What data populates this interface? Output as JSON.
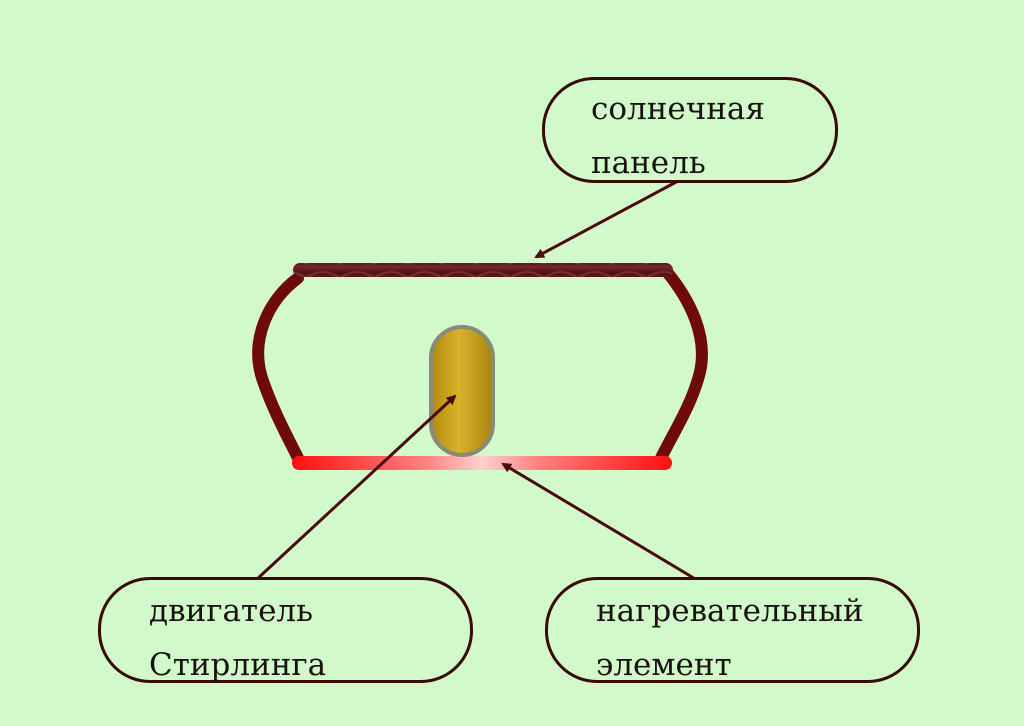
{
  "labels": {
    "solar_panel": [
      "солнечная",
      "панель"
    ],
    "stirling_engine": [
      "двигатель",
      "Стирлинга"
    ],
    "heating_element": [
      "нагревательный",
      "элемент"
    ]
  },
  "colors": {
    "background": "#d1f9c9",
    "outline": "#3a0a0a",
    "solar_panel": "#5a1a1e",
    "vessel_walls": "#6e0a0a",
    "heating_element": "#ff1010",
    "heating_element_center": "#ffc8c8",
    "engine_fill": "#c9a21a",
    "engine_border": "#8a8a7a",
    "arrow": "#4a0a12"
  }
}
